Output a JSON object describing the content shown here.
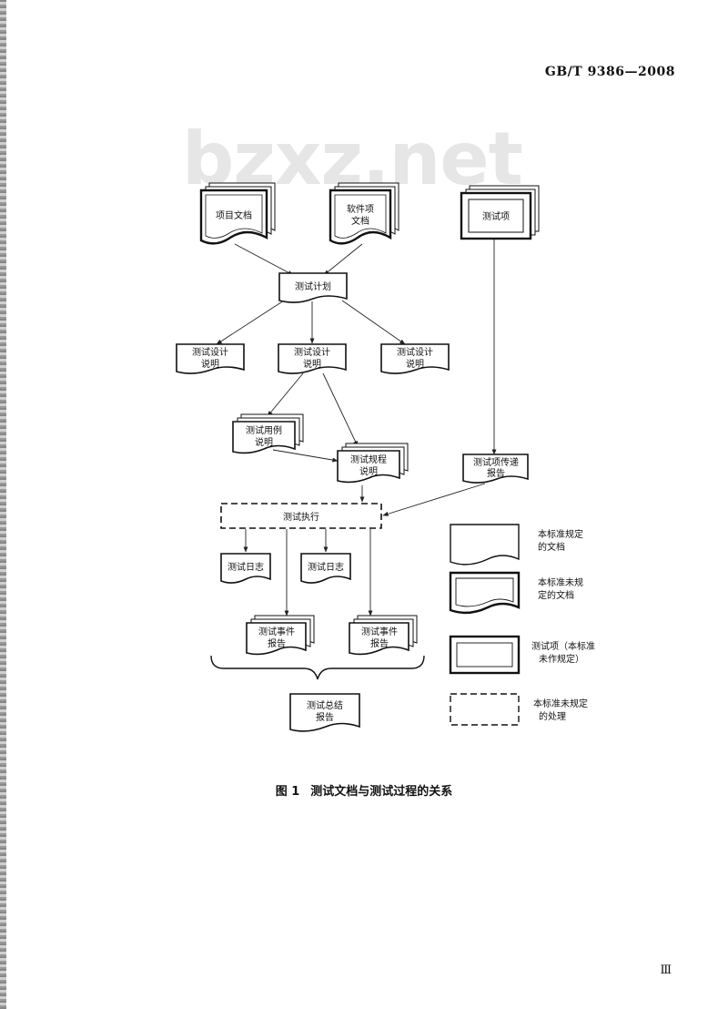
{
  "header": {
    "standard_code": "GB/T 9386—2008"
  },
  "watermark": "bzxz.net",
  "figure": {
    "number": "图 1",
    "caption": "测试文档与测试过程的关系"
  },
  "nodes": {
    "project_doc": "项目文档",
    "software_doc": [
      "软件项",
      "文档"
    ],
    "test_item": "测试项",
    "test_plan": "测试计划",
    "design_left": [
      "测试设计",
      "说明"
    ],
    "design_mid": [
      "测试设计",
      "说明"
    ],
    "design_right": [
      "测试设计",
      "说明"
    ],
    "case_spec": [
      "测试用例",
      "说明"
    ],
    "procedure_spec": [
      "测试规程",
      "说明"
    ],
    "transmittal": [
      "测试项传递",
      "报告"
    ],
    "execution": "测试执行",
    "log_left": "测试日志",
    "log_right": "测试日志",
    "incident_left": [
      "测试事件",
      "报告"
    ],
    "incident_right": [
      "测试事件",
      "报告"
    ],
    "summary": [
      "测试总结",
      "报告"
    ]
  },
  "legend": {
    "standard_doc": [
      "本标准规定",
      "的文档"
    ],
    "nonstandard_doc": [
      "本标准未规",
      "定的文档"
    ],
    "test_item": [
      "测试项（本标准",
      "未作规定）"
    ],
    "nonstandard_process": [
      "本标准未规定",
      "的处理"
    ]
  },
  "page_number": "Ⅲ"
}
